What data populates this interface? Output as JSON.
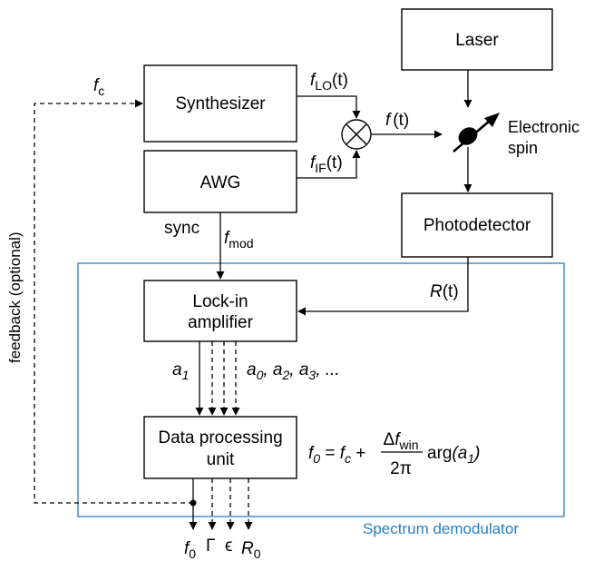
{
  "blocks": {
    "laser": "Laser",
    "synthesizer": "Synthesizer",
    "awg": "AWG",
    "photodetector": "Photodetector",
    "lockin_line1": "Lock-in",
    "lockin_line2": "amplifier",
    "dpu_line1": "Data processing",
    "dpu_line2": "unit"
  },
  "signals": {
    "fc_f": "f",
    "fc_sub": "c",
    "flo_f": "f",
    "flo_sub": "LO",
    "flo_t": "(t)",
    "fif_f": "f",
    "fif_sub": "IF",
    "fif_t": "(t)",
    "ft_f": "f",
    "ft_t": "(t)",
    "sync": "sync",
    "fmod_f": "f",
    "fmod_sub": "mod",
    "rt_r": "R",
    "rt_t": "(t)",
    "a1_a": "a",
    "a1_sub": "1",
    "rest_a0": "a",
    "rest_a0_sub": "0",
    "rest_a2": ", a",
    "rest_a2_sub": "2",
    "rest_a3": ", a",
    "rest_a3_sub": "3",
    "rest_dots": ", ..."
  },
  "spin": {
    "line1": "Electronic",
    "line2": "spin"
  },
  "feedback_label": "feedback (optional)",
  "formula": {
    "f0_f": "f",
    "f0_sub": "0",
    "equals": " = ",
    "fc_f": "f",
    "fc_sub": "c",
    "plus": " + ",
    "num_delta": "Δ",
    "num_f": "f",
    "num_sub": "win",
    "den": "2π",
    "arg": "arg",
    "arg_open": "(",
    "arg_a": "a",
    "arg_sub": "1",
    "arg_close": ")"
  },
  "outputs": {
    "f0_f": "f",
    "f0_sub": "0",
    "gamma": "Γ",
    "epsilon": "ϵ",
    "r0_r": "R",
    "r0_sub": "0"
  },
  "demodulator_label": "Spectrum demodulator",
  "colors": {
    "demodulator_border": "#2a7fc1",
    "line": "#000000"
  }
}
